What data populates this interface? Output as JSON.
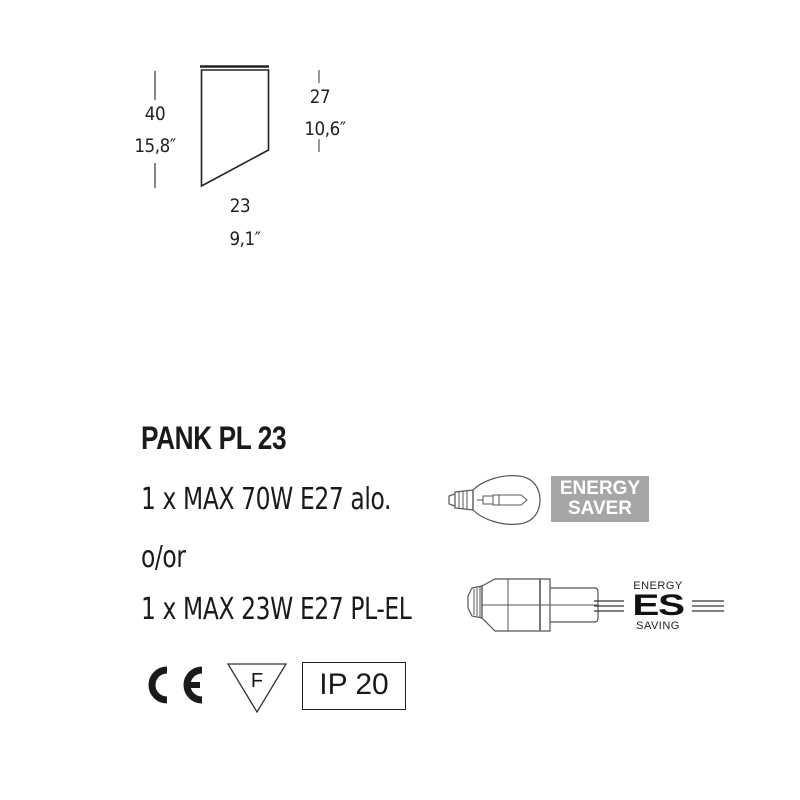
{
  "drawing": {
    "height": {
      "cm": "40",
      "inch": "15,8″"
    },
    "side_height": {
      "cm": "27",
      "inch": "10,6″"
    },
    "width": {
      "cm": "23",
      "inch": "9,1″"
    }
  },
  "product": {
    "name": "PANK PL 23",
    "lamp_option_1": "1 x MAX 70W E27 alo.",
    "separator": "o/or",
    "lamp_option_2": "1 x MAX 23W E27 PL-EL"
  },
  "badges": {
    "energy_saver": {
      "line1": "ENERGY",
      "line2": "SAVER",
      "color": "#a6a6a6"
    },
    "energy_saving": {
      "top": "ENERGY",
      "main": "ES",
      "bottom": "SAVING"
    }
  },
  "certifications": {
    "ce": "CE",
    "f_mark": "F",
    "ip_rating": "IP 20"
  }
}
